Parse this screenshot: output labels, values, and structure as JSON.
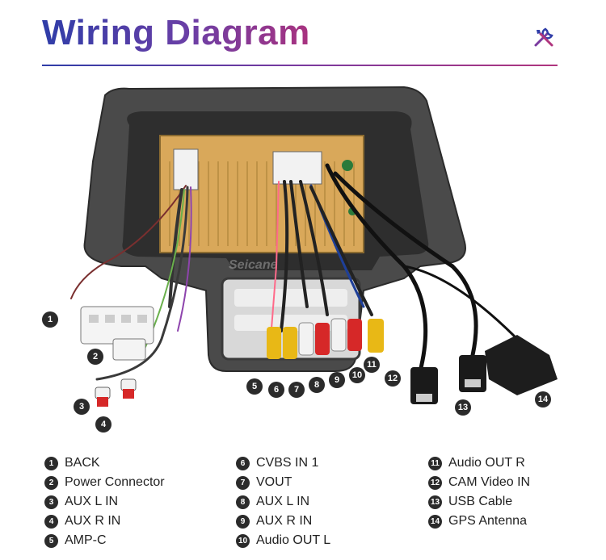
{
  "title": "Wiring Diagram",
  "icon": "tools-icon",
  "brand_colors": {
    "title_start": "#2f3da8",
    "title_end": "#a9327f",
    "connector_red": "#d62828",
    "connector_yellow": "#e8b816",
    "connector_white": "#ffffff"
  },
  "watermark": "Seicane",
  "markers": [
    "1",
    "2",
    "3",
    "4",
    "5",
    "6",
    "7",
    "8",
    "9",
    "10",
    "11",
    "12",
    "13",
    "14"
  ],
  "legend": [
    {
      "num": "1",
      "label": "BACK"
    },
    {
      "num": "2",
      "label": "Power Connector"
    },
    {
      "num": "3",
      "label": "AUX L IN"
    },
    {
      "num": "4",
      "label": "AUX R IN"
    },
    {
      "num": "5",
      "label": "AMP-C"
    },
    {
      "num": "6",
      "label": "CVBS IN 1"
    },
    {
      "num": "7",
      "label": "VOUT"
    },
    {
      "num": "8",
      "label": "AUX L IN"
    },
    {
      "num": "9",
      "label": "AUX R IN"
    },
    {
      "num": "10",
      "label": "Audio OUT L"
    },
    {
      "num": "11",
      "label": "Audio OUT R"
    },
    {
      "num": "12",
      "label": "CAM Video IN"
    },
    {
      "num": "13",
      "label": "USB Cable"
    },
    {
      "num": "14",
      "label": "GPS Antenna"
    }
  ]
}
